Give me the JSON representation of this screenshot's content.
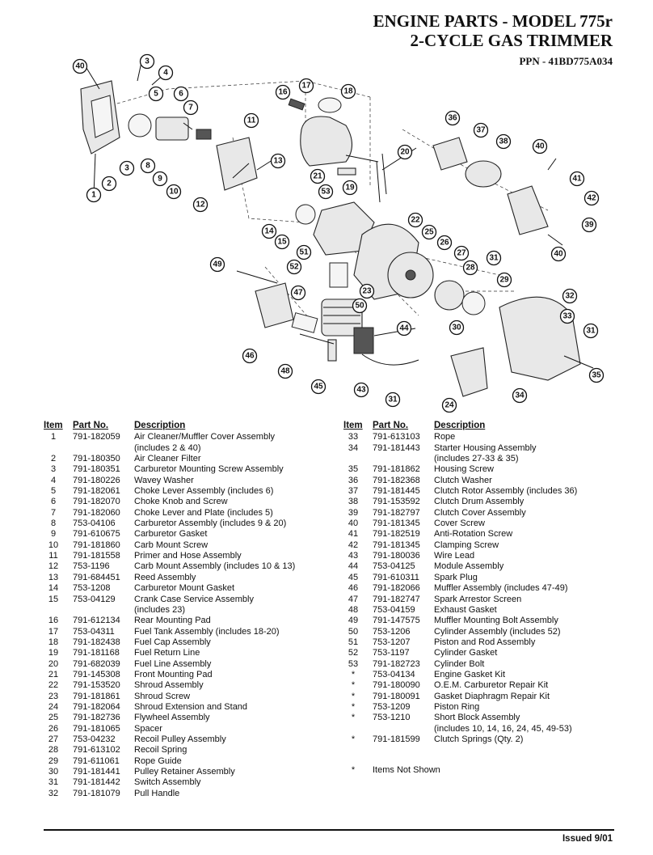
{
  "header": {
    "title_line1": "ENGINE PARTS - MODEL 775r",
    "title_line2": "2-CYCLE GAS TRIMMER",
    "ppn": "PPN - 41BD775A034"
  },
  "columns": {
    "item": "Item",
    "part_no": "Part No.",
    "description": "Description"
  },
  "parts_left": [
    {
      "item": "1",
      "part": "791-182059",
      "desc": "Air Cleaner/Muffler Cover Assembly"
    },
    {
      "item": "",
      "part": "",
      "desc": "(includes 2 & 40)"
    },
    {
      "item": "2",
      "part": "791-180350",
      "desc": "Air Cleaner Filter"
    },
    {
      "item": "3",
      "part": "791-180351",
      "desc": "Carburetor Mounting Screw Assembly"
    },
    {
      "item": "4",
      "part": "791-180226",
      "desc": "Wavey Washer"
    },
    {
      "item": "5",
      "part": "791-182061",
      "desc": "Choke Lever Assembly (includes 6)"
    },
    {
      "item": "6",
      "part": "791-182070",
      "desc": "Choke Knob and Screw"
    },
    {
      "item": "7",
      "part": "791-182060",
      "desc": "Choke Lever and Plate (includes 5)"
    },
    {
      "item": "8",
      "part": "753-04106",
      "desc": "Carburetor Assembly (includes 9 & 20)"
    },
    {
      "item": "9",
      "part": "791-610675",
      "desc": "Carburetor Gasket"
    },
    {
      "item": "10",
      "part": "791-181860",
      "desc": "Carb Mount Screw"
    },
    {
      "item": "11",
      "part": "791-181558",
      "desc": "Primer and Hose Assembly"
    },
    {
      "item": "12",
      "part": "753-1196",
      "desc": "Carb Mount Assembly (includes 10 & 13)"
    },
    {
      "item": "13",
      "part": "791-684451",
      "desc": "Reed Assembly"
    },
    {
      "item": "14",
      "part": "753-1208",
      "desc": "Carburetor Mount Gasket"
    },
    {
      "item": "15",
      "part": "753-04129",
      "desc": "Crank Case Service Assembly"
    },
    {
      "item": "",
      "part": "",
      "desc": "(includes 23)"
    },
    {
      "item": "16",
      "part": "791-612134",
      "desc": "Rear Mounting Pad"
    },
    {
      "item": "17",
      "part": "753-04311",
      "desc": "Fuel Tank Assembly (includes 18-20)"
    },
    {
      "item": "18",
      "part": "791-182438",
      "desc": "Fuel Cap Assembly"
    },
    {
      "item": "19",
      "part": "791-181168",
      "desc": "Fuel Return Line"
    },
    {
      "item": "20",
      "part": "791-682039",
      "desc": "Fuel Line Assembly"
    },
    {
      "item": "21",
      "part": "791-145308",
      "desc": "Front Mounting Pad"
    },
    {
      "item": "22",
      "part": "791-153520",
      "desc": "Shroud Assembly"
    },
    {
      "item": "23",
      "part": "791-181861",
      "desc": "Shroud Screw"
    },
    {
      "item": "24",
      "part": "791-182064",
      "desc": "Shroud Extension and Stand"
    },
    {
      "item": "25",
      "part": "791-182736",
      "desc": "Flywheel Assembly"
    },
    {
      "item": "26",
      "part": "791-181065",
      "desc": "Spacer"
    },
    {
      "item": "27",
      "part": "753-04232",
      "desc": "Recoil Pulley Assembly"
    },
    {
      "item": "28",
      "part": "791-613102",
      "desc": "Recoil Spring"
    },
    {
      "item": "29",
      "part": "791-611061",
      "desc": "Rope Guide"
    },
    {
      "item": "30",
      "part": "791-181441",
      "desc": "Pulley Retainer Assembly"
    },
    {
      "item": "31",
      "part": "791-181442",
      "desc": "Switch Assembly"
    },
    {
      "item": "32",
      "part": "791-181079",
      "desc": "Pull Handle"
    }
  ],
  "parts_right": [
    {
      "item": "33",
      "part": "791-613103",
      "desc": "Rope"
    },
    {
      "item": "34",
      "part": "791-181443",
      "desc": "Starter Housing Assembly"
    },
    {
      "item": "",
      "part": "",
      "desc": "(includes 27-33 & 35)"
    },
    {
      "item": "35",
      "part": "791-181862",
      "desc": "Housing Screw"
    },
    {
      "item": "36",
      "part": "791-182368",
      "desc": "Clutch Washer"
    },
    {
      "item": "37",
      "part": "791-181445",
      "desc": "Clutch Rotor Assembly (includes 36)"
    },
    {
      "item": "38",
      "part": "791-153592",
      "desc": "Clutch Drum Assembly"
    },
    {
      "item": "39",
      "part": "791-182797",
      "desc": "Clutch Cover Assembly"
    },
    {
      "item": "40",
      "part": "791-181345",
      "desc": "Cover Screw"
    },
    {
      "item": "41",
      "part": "791-182519",
      "desc": "Anti-Rotation Screw"
    },
    {
      "item": "42",
      "part": "791-181345",
      "desc": "Clamping Screw"
    },
    {
      "item": "43",
      "part": "791-180036",
      "desc": "Wire Lead"
    },
    {
      "item": "44",
      "part": "753-04125",
      "desc": "Module Assembly"
    },
    {
      "item": "45",
      "part": "791-610311",
      "desc": "Spark Plug"
    },
    {
      "item": "46",
      "part": "791-182066",
      "desc": "Muffler Assembly (includes 47-49)"
    },
    {
      "item": "47",
      "part": "791-182747",
      "desc": "Spark Arrestor Screen"
    },
    {
      "item": "48",
      "part": "753-04159",
      "desc": "Exhaust Gasket"
    },
    {
      "item": "49",
      "part": "791-147575",
      "desc": "Muffler Mounting Bolt Assembly"
    },
    {
      "item": "50",
      "part": "753-1206",
      "desc": "Cylinder Assembly (includes 52)"
    },
    {
      "item": "51",
      "part": "753-1207",
      "desc": "Piston and Rod Assembly"
    },
    {
      "item": "52",
      "part": "753-1197",
      "desc": "Cylinder Gasket"
    },
    {
      "item": "53",
      "part": "791-182723",
      "desc": "Cylinder Bolt"
    },
    {
      "item": "*",
      "part": "753-04134",
      "desc": "Engine Gasket Kit"
    },
    {
      "item": "*",
      "part": "791-180090",
      "desc": "O.E.M. Carburetor Repair Kit"
    },
    {
      "item": "*",
      "part": "791-180091",
      "desc": "Gasket Diaphragm Repair Kit"
    },
    {
      "item": "*",
      "part": "753-1209",
      "desc": "Piston Ring"
    },
    {
      "item": "*",
      "part": "753-1210",
      "desc": "Short Block Assembly"
    },
    {
      "item": "",
      "part": "",
      "desc": "(includes 10, 14, 16, 24, 45, 49-53)"
    },
    {
      "item": "*",
      "part": "791-181599",
      "desc": "Clutch Springs (Qty. 2)"
    }
  ],
  "footnote": {
    "symbol": "*",
    "text": "Items Not Shown"
  },
  "footer": {
    "issued": "Issued 9/01"
  },
  "callouts": [
    "40",
    "3",
    "4",
    "5",
    "6",
    "7",
    "1",
    "2",
    "3",
    "8",
    "9",
    "10",
    "11",
    "12",
    "13",
    "16",
    "17",
    "18",
    "21",
    "19",
    "53",
    "20",
    "36",
    "37",
    "38",
    "40",
    "41",
    "42",
    "39",
    "40",
    "14",
    "15",
    "22",
    "25",
    "26",
    "27",
    "28",
    "31",
    "29",
    "51",
    "52",
    "49",
    "23",
    "47",
    "50",
    "32",
    "33",
    "30",
    "31",
    "44",
    "46",
    "48",
    "45",
    "43",
    "31",
    "24",
    "34",
    "35"
  ]
}
